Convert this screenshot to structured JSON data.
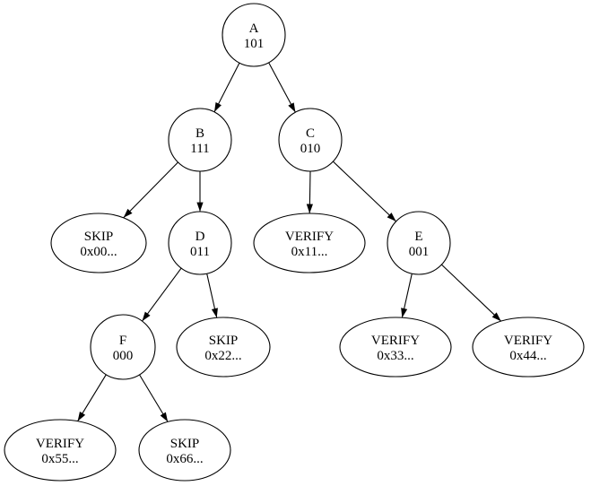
{
  "graph": {
    "background_color": "#ffffff",
    "node_stroke_color": "#000000",
    "text_color": "#000000",
    "nodes": {
      "a": {
        "label": "A",
        "value": "101",
        "shape": "circle"
      },
      "b": {
        "label": "B",
        "value": "111",
        "shape": "circle"
      },
      "c": {
        "label": "C",
        "value": "010",
        "shape": "circle"
      },
      "skip00": {
        "label": "SKIP",
        "value": "0x00...",
        "shape": "ellipse"
      },
      "d": {
        "label": "D",
        "value": "011",
        "shape": "circle"
      },
      "verify11": {
        "label": "VERIFY",
        "value": "0x11...",
        "shape": "ellipse"
      },
      "e": {
        "label": "E",
        "value": "001",
        "shape": "circle"
      },
      "f": {
        "label": "F",
        "value": "000",
        "shape": "circle"
      },
      "skip22": {
        "label": "SKIP",
        "value": "0x22...",
        "shape": "ellipse"
      },
      "verify33": {
        "label": "VERIFY",
        "value": "0x33...",
        "shape": "ellipse"
      },
      "verify44": {
        "label": "VERIFY",
        "value": "0x44...",
        "shape": "ellipse"
      },
      "verify55": {
        "label": "VERIFY",
        "value": "0x55...",
        "shape": "ellipse"
      },
      "skip66": {
        "label": "SKIP",
        "value": "0x66...",
        "shape": "ellipse"
      }
    },
    "edges": [
      {
        "from": "a",
        "to": "b"
      },
      {
        "from": "a",
        "to": "c"
      },
      {
        "from": "b",
        "to": "skip00"
      },
      {
        "from": "b",
        "to": "d"
      },
      {
        "from": "c",
        "to": "verify11"
      },
      {
        "from": "c",
        "to": "e"
      },
      {
        "from": "d",
        "to": "f"
      },
      {
        "from": "d",
        "to": "skip22"
      },
      {
        "from": "e",
        "to": "verify33"
      },
      {
        "from": "e",
        "to": "verify44"
      },
      {
        "from": "f",
        "to": "verify55"
      },
      {
        "from": "f",
        "to": "skip66"
      }
    ]
  }
}
